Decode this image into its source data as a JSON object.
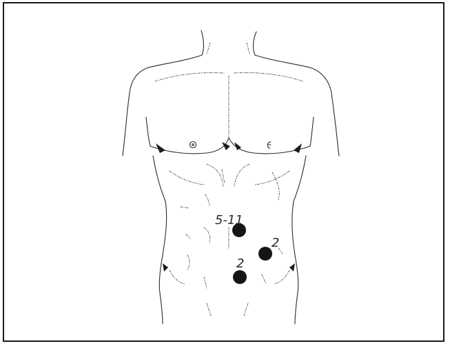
{
  "figure": {
    "markers": [
      {
        "label": "5-11",
        "count_label": "5-11"
      },
      {
        "label": "2",
        "count_label": "2"
      },
      {
        "label": "2",
        "count_label": "2"
      }
    ]
  }
}
